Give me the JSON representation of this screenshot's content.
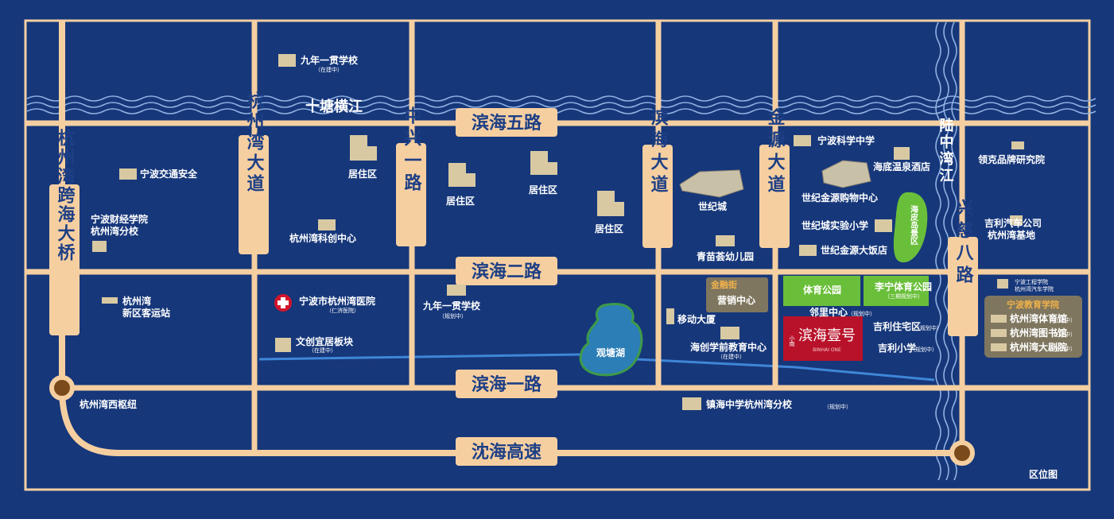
{
  "colors": {
    "background": "#16377a",
    "road": "#f6cfa1",
    "road_text": "#1d3f85",
    "park": "#6abf3a",
    "badge": "#b8122a",
    "edu_panel": "#7f765f"
  },
  "map_title": "区位图",
  "roads": {
    "binhai5": "滨海五路",
    "binhai2": "滨海二路",
    "binhai1": "滨海一路",
    "shenhai": "沈海高速",
    "hzwqiao": "杭州湾跨海大桥",
    "hzwdadao": "杭州湾大道",
    "zhongxing": "中兴一路",
    "binhaidadao": "滨海大道",
    "jinyuan": "金源大道",
    "xingci": "兴慈八路",
    "shitang": "十塘横江",
    "luzhong": "陆中湾江"
  },
  "hub_label": "杭州湾西枢纽",
  "pois": {
    "school9_build": "九年一贯学校",
    "school9_build_note": "（在建中）",
    "jtaq": "宁波交通安全",
    "caijing1": "宁波财经学院",
    "caijing2": "杭州湾分校",
    "keyun1": "杭州湾",
    "keyun2": "新区客运站",
    "res1": "居住区",
    "res2": "居住区",
    "res3": "居住区",
    "res4": "居住区",
    "kechuang": "杭州湾科创中心",
    "hospital": "宁波市杭州湾医院",
    "hospital_note": "（仁济医院）",
    "wenchuang": "文创宜居板块",
    "wenchuang_note": "（在建中）",
    "school9_plan": "九年一贯学校",
    "school9_plan_note": "（规划中）",
    "guantang": "观塘湖",
    "shijicheng": "世纪城",
    "qingmiao": "青苗荟幼儿园",
    "kexue": "宁波科学中学",
    "gouwu": "世纪金源购物中心",
    "shiyan": "世纪城实验小学",
    "dafandian": "世纪金源大饭店",
    "wenquan": "海底温泉酒店",
    "haipi": "海皮岛景区",
    "lingke": "领克品牌研究院",
    "jili1": "吉利汽车公司",
    "jili2": "杭州湾基地",
    "jinrong": "金融街",
    "yingxiao": "营销中心",
    "yidong": "移动大厦",
    "haichuang": "海创学前教育中心",
    "haichuang_note": "（在建中）",
    "tiyu": "体育公园",
    "lining": "李宁体育公园",
    "lining_note": "（三期规划中）",
    "linli": "邻里中心",
    "linli_note": "（规划中）",
    "jilizz": "吉利住宅区",
    "jilizz_note": "（规划中）",
    "jilixx": "吉利小学",
    "jilixx_note": "（规划中）",
    "zhenhai": "镇海中学杭州湾分校",
    "zhenhai_note": "（规划中）",
    "gongcheng1": "宁波工程学院",
    "gongcheng2": "杭州湾汽车学院",
    "jiaoyu_title": "宁波教育学院",
    "tiyuguan": "杭州湾体育馆",
    "tiyuguan_note": "（在建中）",
    "tushuguan": "杭州湾图书馆",
    "tushuguan_note": "（在建中）",
    "dajuyuan": "杭州湾大剧院",
    "dajuyuan_note": "（在建中）"
  },
  "project": {
    "small": "小南",
    "name": "滨海壹号",
    "sub": "BINHAI ONE"
  }
}
